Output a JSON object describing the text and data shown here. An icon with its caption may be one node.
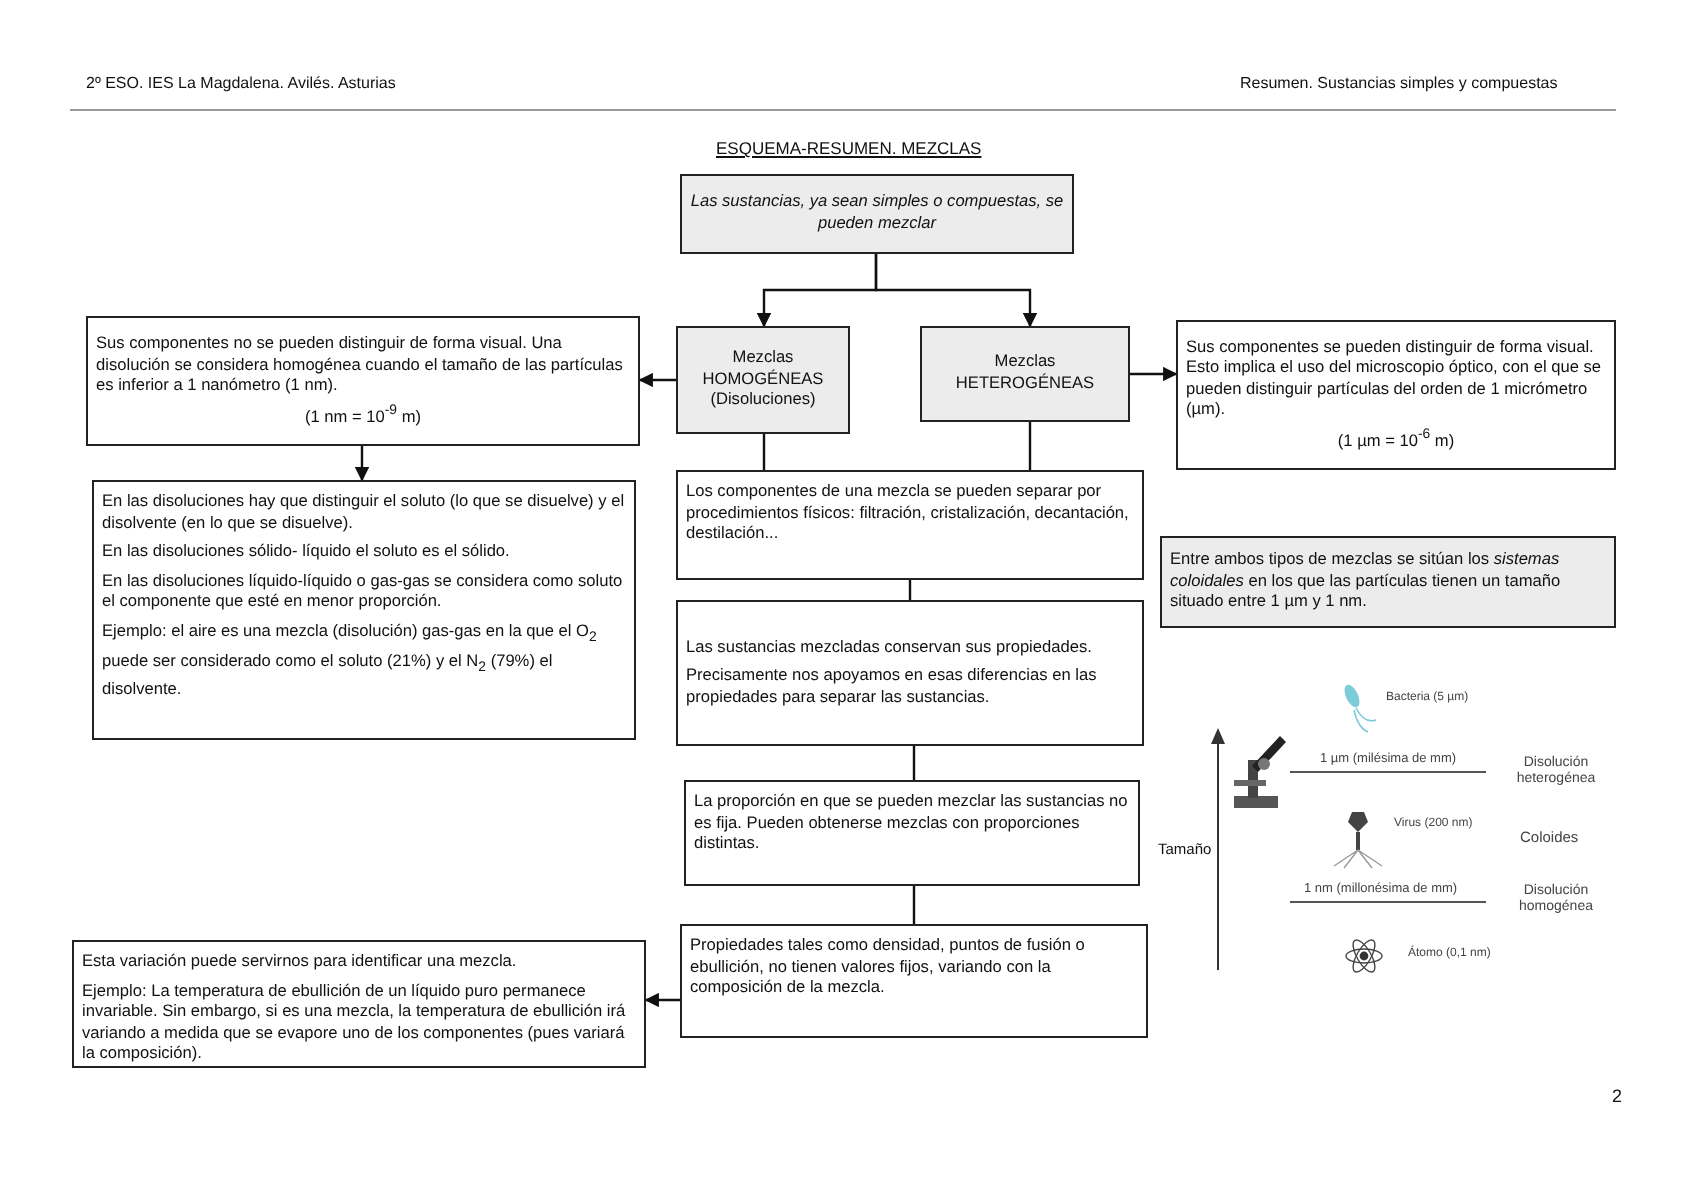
{
  "diagram": {
    "title": "ESQUEMA-RESUMEN. MEZCLAS",
    "nodes": [
      {
        "text": [
          "Las sustancias, ya sean simples o compuestas, se pueden mezclar"
        ]
      },
      {
        "text": [
          "Mezclas HOMOGÉNEAS (Disoluciones)"
        ]
      },
      {
        "text": [
          "Mezclas HETEROGÉNEAS"
        ]
      },
      {
        "text": [
          "Sus componentes no se pueden distinguir de forma visual. Una disolución se considera homogénea cuando el tamaño de las partículas es inferior a 1 nanómetro (1 nm).",
          "(1 nm = 10$^{-9}$ m)"
        ]
      },
      {
        "text": [
          "Sus componentes se pueden distinguir de forma visual. Esto implica el uso del microscopio óptico, con el que se pueden distinguir partículas del orden de 1 micrómetro (µm).",
          "(1 µm = 10$^{-6}$ m)"
        ]
      },
      {
        "text": [
          "En las disoluciones hay que distinguir el soluto (lo que se disuelve) y el disolvente (en lo que se disuelve).",
          "En las disoluciones sólido- líquido el soluto es el sólido.",
          "En las disoluciones líquido-líquido o gas-gas se considera como soluto el componente que esté en menor proporción.",
          "Ejemplo: el aire es una mezcla (disolución) gas-gas en la que el O$_{2}$ puede ser considerado como el soluto (21%) y el N$_{2}$ (79%) el disolvente."
        ]
      },
      {
        "text": [
          "Los componentes de una mezcla se pueden separar por procedimientos físicos: filtración, cristalización, decantación, destilación..."
        ]
      },
      {
        "text": [
          "Las sustancias mezcladas conservan sus propiedades.",
          "Precisamente nos apoyamos en esas diferencias en las propiedades para separar las sustancias."
        ]
      },
      {
        "text": [
          "La proporción en que se pueden mezclar las sustancias no es fija. Pueden obtenerse mezclas con proporciones distintas."
        ]
      },
      {
        "text": [
          "Propiedades tales como densidad, puntos de fusión o ebullición, no tienen valores fijos, variando con la composición de la mezcla."
        ]
      },
      {
        "text": [
          "Esta variación puede servirnos para identificar una mezcla.",
          "Ejemplo: La temperatura de ebullición de un líquido puro permanece invariable. Sin embargo, si es una mezcla, la temperatura de ebullición irá variando a medida que se evapore uno de los componentes (pues variará la composición)."
        ]
      },
      {
        "text": [
          "Entre ambos tipos de mezclas se sitúan los *sistemas coloidales* en los que las partículas tienen un tamaño situado entre 1 µm y 1 nm."
        ]
      }
    ],
    "edges": [
      {
        "from": 0,
        "to": 1,
        "arrow": "to"
      },
      {
        "from": 0,
        "to": 2,
        "arrow": "to"
      },
      {
        "from": 1,
        "to": 3,
        "arrow": "to"
      },
      {
        "from": 2,
        "to": 4,
        "arrow": "to"
      },
      {
        "from": 3,
        "to": 5,
        "arrow": "to"
      },
      {
        "from": 1,
        "to": 6,
        "arrow": "none"
      },
      {
        "from": 2,
        "to": 6,
        "arrow": "none"
      },
      {
        "from": 6,
        "to": 7,
        "arrow": "none"
      },
      {
        "from": 7,
        "to": 8,
        "arrow": "none"
      },
      {
        "from": 8,
        "to": 9,
        "arrow": "none"
      },
      {
        "from": 9,
        "to": 10,
        "arrow": "to"
      }
    ],
    "labels": [
      "2º ESO. IES La Magdalena. Avilés. Asturias",
      "Resumen. Sustancias simples y compuestas",
      "Bacteria (5 µm)",
      "1 µm (milésima de mm)",
      "Disolución heterogénea",
      "Virus (200 nm)",
      "Tamaño",
      "Coloides",
      "1 nm (millonésima de mm)",
      "Disolución homogénea",
      "Átomo (0,1 nm)",
      "2"
    ]
  }
}
